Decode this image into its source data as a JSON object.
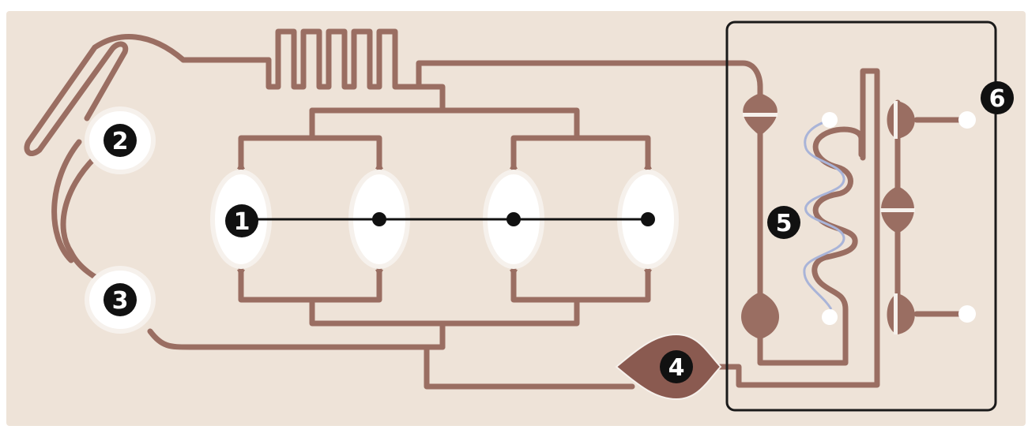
{
  "diagram": {
    "colors": {
      "background": "#eee3d8",
      "channel": "#9a6e62",
      "channel_dark": "#8a5a50",
      "chamber_fill": "#ffffff",
      "chamber_glow": "#f6f1ec",
      "serpentine_inner": "#a9b4d8",
      "marker": "#111111",
      "frame": "#1a1a1a"
    },
    "labels": {
      "one": "1",
      "two": "2",
      "three": "3",
      "four": "4",
      "five": "5",
      "six": "6"
    }
  }
}
